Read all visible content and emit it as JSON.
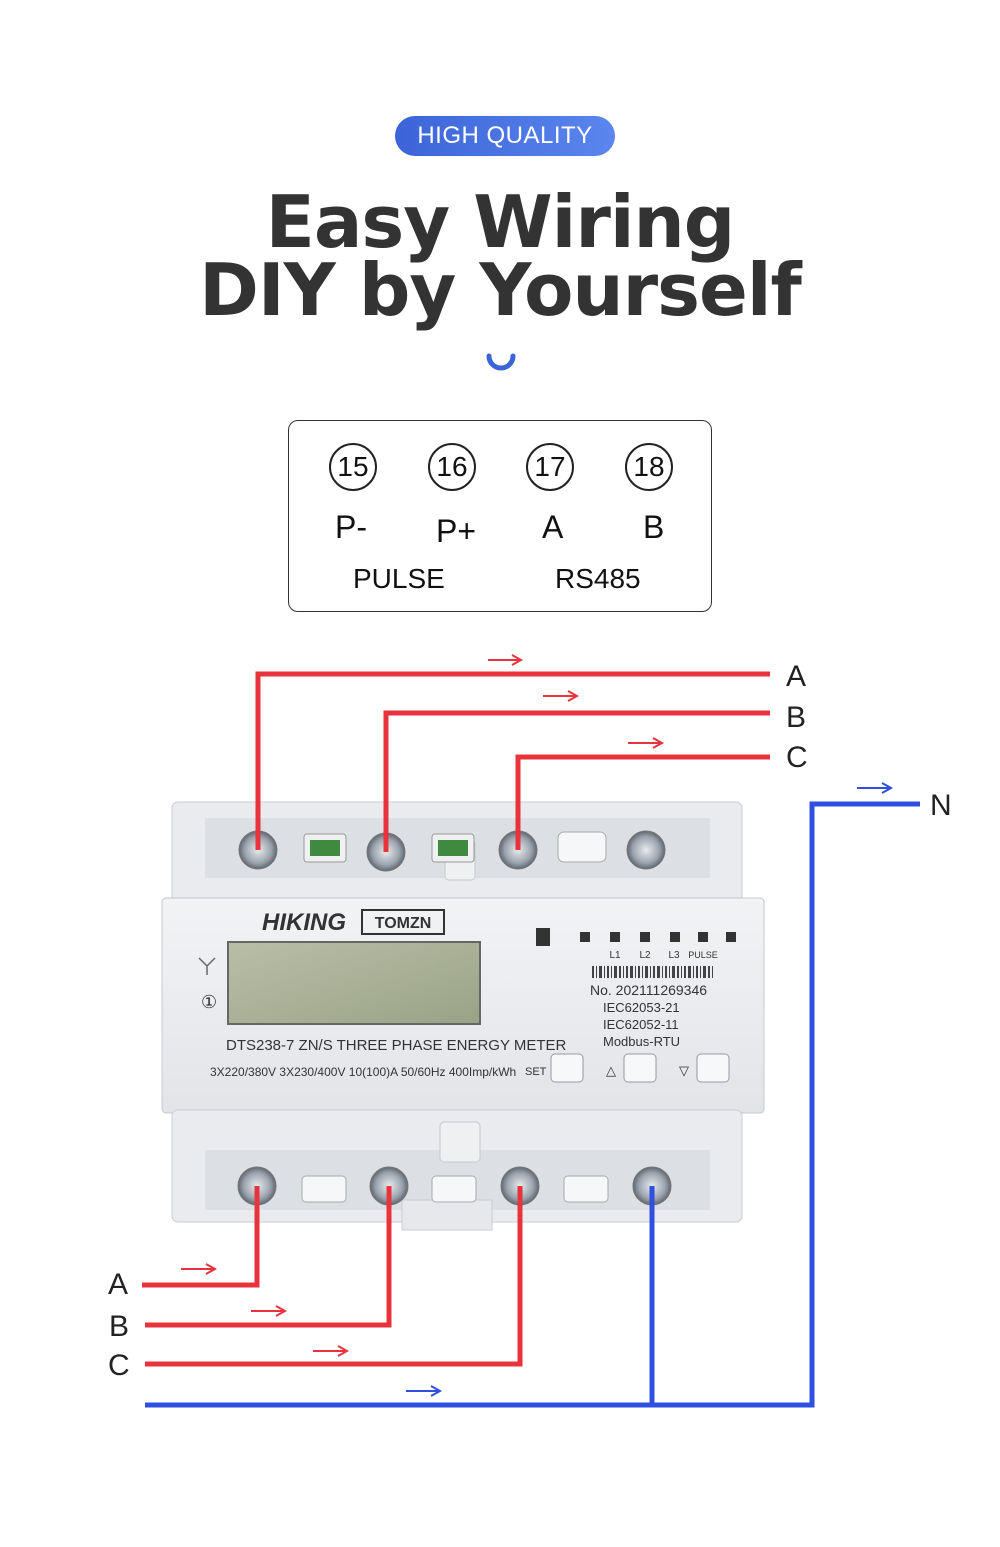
{
  "header": {
    "badge": "HIGH QUALITY",
    "headline_line1": "Easy Wiring",
    "headline_line2": "DIY by Yourself"
  },
  "terminal_panel": {
    "terminals": [
      {
        "number": "15",
        "label": "P-"
      },
      {
        "number": "16",
        "label": "P+"
      },
      {
        "number": "17",
        "label": "A"
      },
      {
        "number": "18",
        "label": "B"
      }
    ],
    "groups": [
      "PULSE",
      "RS485"
    ]
  },
  "wiring": {
    "output_labels": [
      "A",
      "B",
      "C",
      "N"
    ],
    "input_labels": [
      "A",
      "B",
      "C"
    ]
  },
  "meter": {
    "brand": "HIKING",
    "brand2": "TOMZN",
    "model": "DTS238-7 ZN/S THREE PHASE ENERGY METER",
    "specs": "3X220/380V 3X230/400V  10(100)A  50/60Hz  400Imp/kWh",
    "led_labels": [
      "L1",
      "L2",
      "L3",
      "PULSE"
    ],
    "serial": "No. 202111269346",
    "standards": [
      "IEC62053-21",
      "IEC62052-11",
      "Modbus-RTU"
    ],
    "buttons": [
      "SET",
      "△",
      "▽"
    ],
    "class_mark": "①"
  },
  "colors": {
    "accent": "#4a72e0",
    "phase_wire": "#e8333d",
    "neutral_wire": "#2f4fe0"
  }
}
